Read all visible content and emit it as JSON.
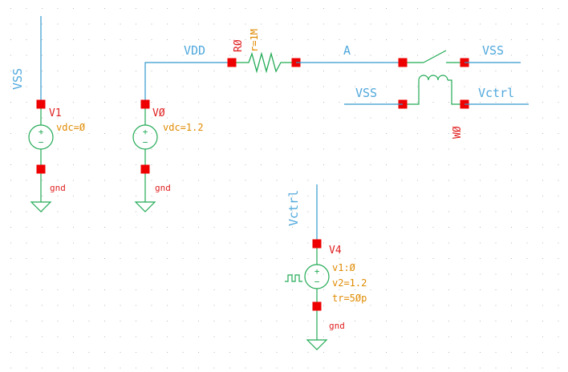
{
  "schematic": {
    "colors": {
      "wire": "#3399cc",
      "net_label": "#4fa8dc",
      "pin": "#ee0000",
      "instance_label": "#e02020",
      "param": "#e08a00",
      "device": "#22aa55",
      "grid_dot": "#b8b8b8"
    },
    "nets": {
      "vss_top": "VSS",
      "vdd": "VDD",
      "a": "A",
      "vss_right": "VSS",
      "vss_switch": "VSS",
      "vctrl_right": "Vctrl",
      "vctrl_v4": "Vctrl"
    },
    "instances": {
      "v1": {
        "name": "V1",
        "params": [
          "vdc=Ø"
        ],
        "ground": "gnd"
      },
      "v0": {
        "name": "VØ",
        "params": [
          "vdc=1.2"
        ],
        "ground": "gnd"
      },
      "r0": {
        "name": "RØ",
        "params": [
          "r=1M"
        ]
      },
      "w0": {
        "name": "WØ"
      },
      "v4": {
        "name": "V4",
        "params": [
          "v1:Ø",
          "v2=1.2",
          "tr=5Øp"
        ],
        "ground": "gnd"
      }
    }
  }
}
